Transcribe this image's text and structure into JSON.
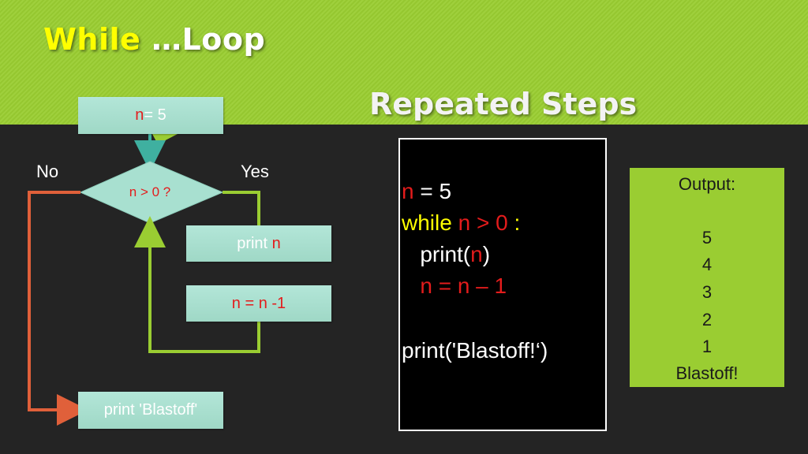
{
  "slide": {
    "title_keyword": "While",
    "title_rest": " …Loop",
    "subtitle": "Repeated Steps"
  },
  "flowchart": {
    "start_var": "n",
    "start_rest": " = 5",
    "condition": "n > 0 ?",
    "no_label": "No",
    "yes_label": "Yes",
    "print_prefix": "print ",
    "print_var": "n",
    "decrement": "n = n -1",
    "end_box": "print 'Blastoff'"
  },
  "code": {
    "line1_var": "n",
    "line1_rest": " = 5",
    "line2_kw": "while",
    "line2_cond": " n > 0 ",
    "line2_colon": ":",
    "line3_pre": "   print(",
    "line3_var": "n",
    "line3_post": ")",
    "line4": "   n = n – 1",
    "line5": "print('Blastoff!‘)"
  },
  "output": {
    "heading": "Output:",
    "lines": [
      "5",
      "4",
      "3",
      "2",
      "1",
      "Blastoff!"
    ]
  },
  "colors": {
    "band": "#9acd32",
    "background": "#242424",
    "box": "#a8e0d0",
    "loop_arrow": "#9acd32",
    "no_arrow": "#e0603a",
    "down_arrow": "#3fb0a0",
    "var_red": "#e31c1c",
    "keyword_yellow": "#ffff00"
  }
}
